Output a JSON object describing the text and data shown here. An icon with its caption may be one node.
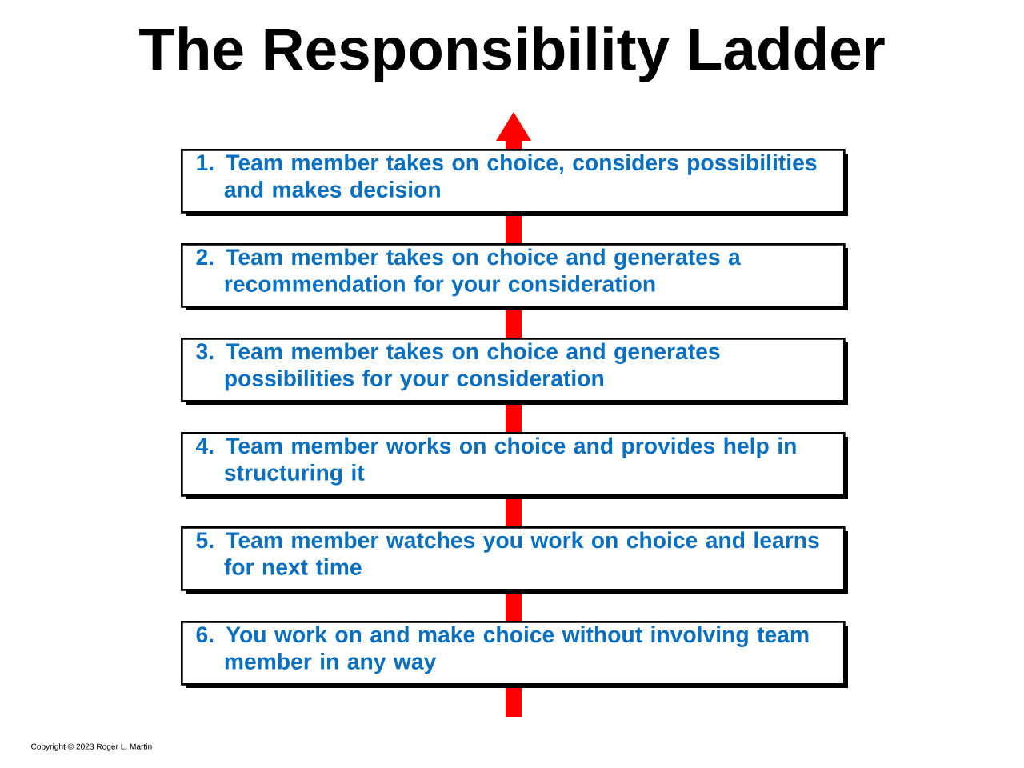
{
  "diagram": {
    "title": "The Responsibility Ladder",
    "nodes": [
      {
        "text": [
          "1. Team member takes on choice, considers possibilities and makes decision"
        ]
      },
      {
        "text": [
          "2. Team member takes on choice and generates a recommendation for your consideration"
        ]
      },
      {
        "text": [
          "3. Team member takes on choice and generates possibilities for your consideration"
        ]
      },
      {
        "text": [
          "4. Team member works on choice and provides help in structuring it"
        ]
      },
      {
        "text": [
          "5. Team member watches you work on choice and learns for next time"
        ]
      },
      {
        "text": [
          "6. You work on and make choice without involving team member in any way"
        ]
      }
    ],
    "labels": [
      "Copyright © 2023 Roger L. Martin"
    ]
  }
}
